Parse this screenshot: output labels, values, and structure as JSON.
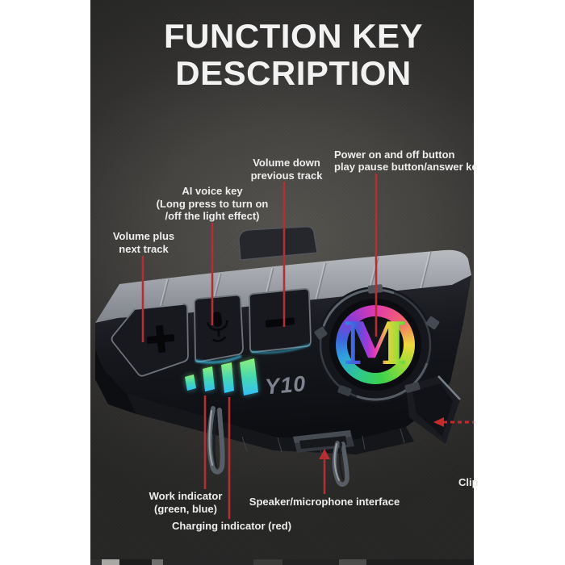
{
  "title": {
    "line1": "FUNCTION KEY",
    "line2": "DESCRIPTION"
  },
  "device": {
    "logo": "Y10",
    "monogram": "M"
  },
  "labels": {
    "volume_down": {
      "line1": "Volume down",
      "line2": "previous track"
    },
    "power": {
      "line1": "Power on and off button",
      "line2": "play pause button/answer ke"
    },
    "ai_voice": {
      "line1": "AI voice key",
      "line2": "(Long press to turn on",
      "line3": "/off the light effect)"
    },
    "volume_plus": {
      "line1": "Volume plus",
      "line2": "next track"
    },
    "work": {
      "line1": "Work indicator",
      "line2": "(green, blue)"
    },
    "charging": {
      "line1": "Charging indicator (red)"
    },
    "speaker": {
      "line1": "Speaker/microphone interface"
    },
    "clip": {
      "line1": "Clip"
    }
  },
  "colors": {
    "page_background": "#ffffff",
    "panel_center": "#56544f",
    "panel_edge": "#272726",
    "title_text": "#f2f2f2",
    "label_text": "#ededed",
    "callout_red": "#b22f33",
    "arrow_red": "#c62b2b",
    "led_green": "#8df07c",
    "led_cyan": "#33c2f5",
    "top_surface_gray": "#b8bbc0",
    "logo_gray": "#7e838d"
  },
  "decor": {
    "bottom_strip": [
      {
        "w": 14,
        "c": "#2e2e2e"
      },
      {
        "w": 22,
        "c": "#a9a8a4"
      },
      {
        "w": 40,
        "c": "#1c1c1c"
      },
      {
        "w": 14,
        "c": "#6f6f6d"
      },
      {
        "w": 112,
        "c": "#272727"
      },
      {
        "w": 36,
        "c": "#3a3a38"
      },
      {
        "w": 70,
        "c": "#232323"
      },
      {
        "w": 34,
        "c": "#4c4c4a"
      },
      {
        "w": 133,
        "c": "#1e1e1e"
      }
    ]
  }
}
